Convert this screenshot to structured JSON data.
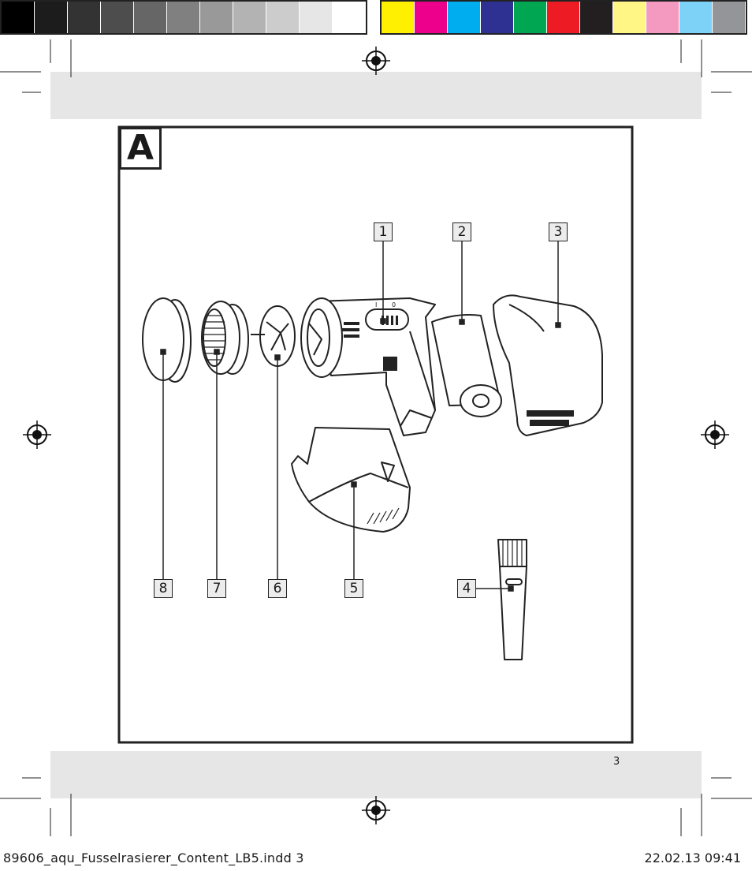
{
  "color_bar": {
    "grays": [
      "#000000",
      "#1c1c1c",
      "#333333",
      "#4d4d4d",
      "#666666",
      "#808080",
      "#999999",
      "#b3b3b3",
      "#cccccc",
      "#e6e6e6",
      "#ffffff"
    ],
    "process": [
      "#ffef00",
      "#ec008c",
      "#00aeef",
      "#2e3192",
      "#00a651",
      "#ed1c24",
      "#231f20",
      "#fff685",
      "#f49ac1",
      "#7dd3f7",
      "#939598"
    ]
  },
  "figure": {
    "section_label": "A",
    "callouts": {
      "c1": "1",
      "c2": "2",
      "c3": "3",
      "c4": "4",
      "c5": "5",
      "c6": "6",
      "c7": "7",
      "c8": "8"
    },
    "switch_marks": {
      "on": "I",
      "off": "0"
    }
  },
  "page": {
    "number": "3",
    "slug_file": "89606_aqu_Fusselrasierer_Content_LB5.indd   3",
    "slug_date": "22.02.13   09:41"
  }
}
